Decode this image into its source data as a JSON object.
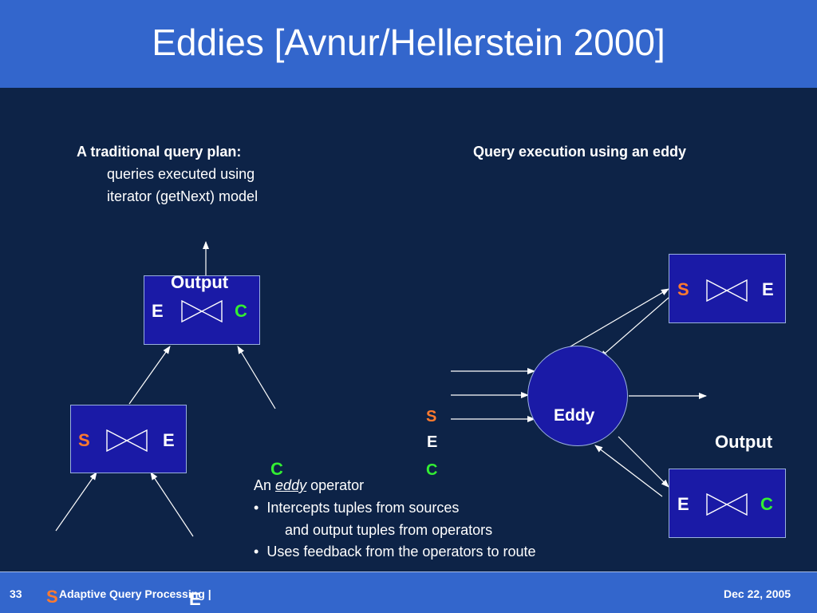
{
  "slide": {
    "title": "Eddies [Avnur/Hellerstein 2000]",
    "left_caption": {
      "heading": "A traditional query plan:",
      "line1": "queries executed using",
      "line2": "iterator (getNext) model"
    },
    "right_caption": "Query execution using an eddy",
    "traditional_plan": {
      "output_label": "Output",
      "top_join": {
        "left": "E",
        "right": "C"
      },
      "bottom_join": {
        "left": "S",
        "right": "E"
      },
      "input_c": "C",
      "input_s": "S",
      "input_e": "E"
    },
    "eddy_plan": {
      "eddy_label": "Eddy",
      "sources": [
        "S",
        "E",
        "C"
      ],
      "top_join": {
        "left": "S",
        "right": "E"
      },
      "bottom_join": {
        "left": "E",
        "right": "C"
      },
      "output_label": "Output"
    },
    "notes": {
      "an": "An",
      "eddy_word": "eddy",
      "operator": "operator",
      "bullet1_line1": "Intercepts tuples from sources",
      "bullet1_line2": "and output tuples from operators",
      "bullet2": "Uses feedback from the operators to route",
      "bullet_char": "•"
    }
  },
  "footer": {
    "page_number": "33",
    "text": "Adaptive Query Processing |",
    "date": "Dec 22, 2005"
  },
  "colors": {
    "background": "#0d2347",
    "header": "#3366cc",
    "box": "#1a1aa6",
    "s_color": "#ff7a2e",
    "c_color": "#33ee33",
    "text": "#ffffff"
  }
}
